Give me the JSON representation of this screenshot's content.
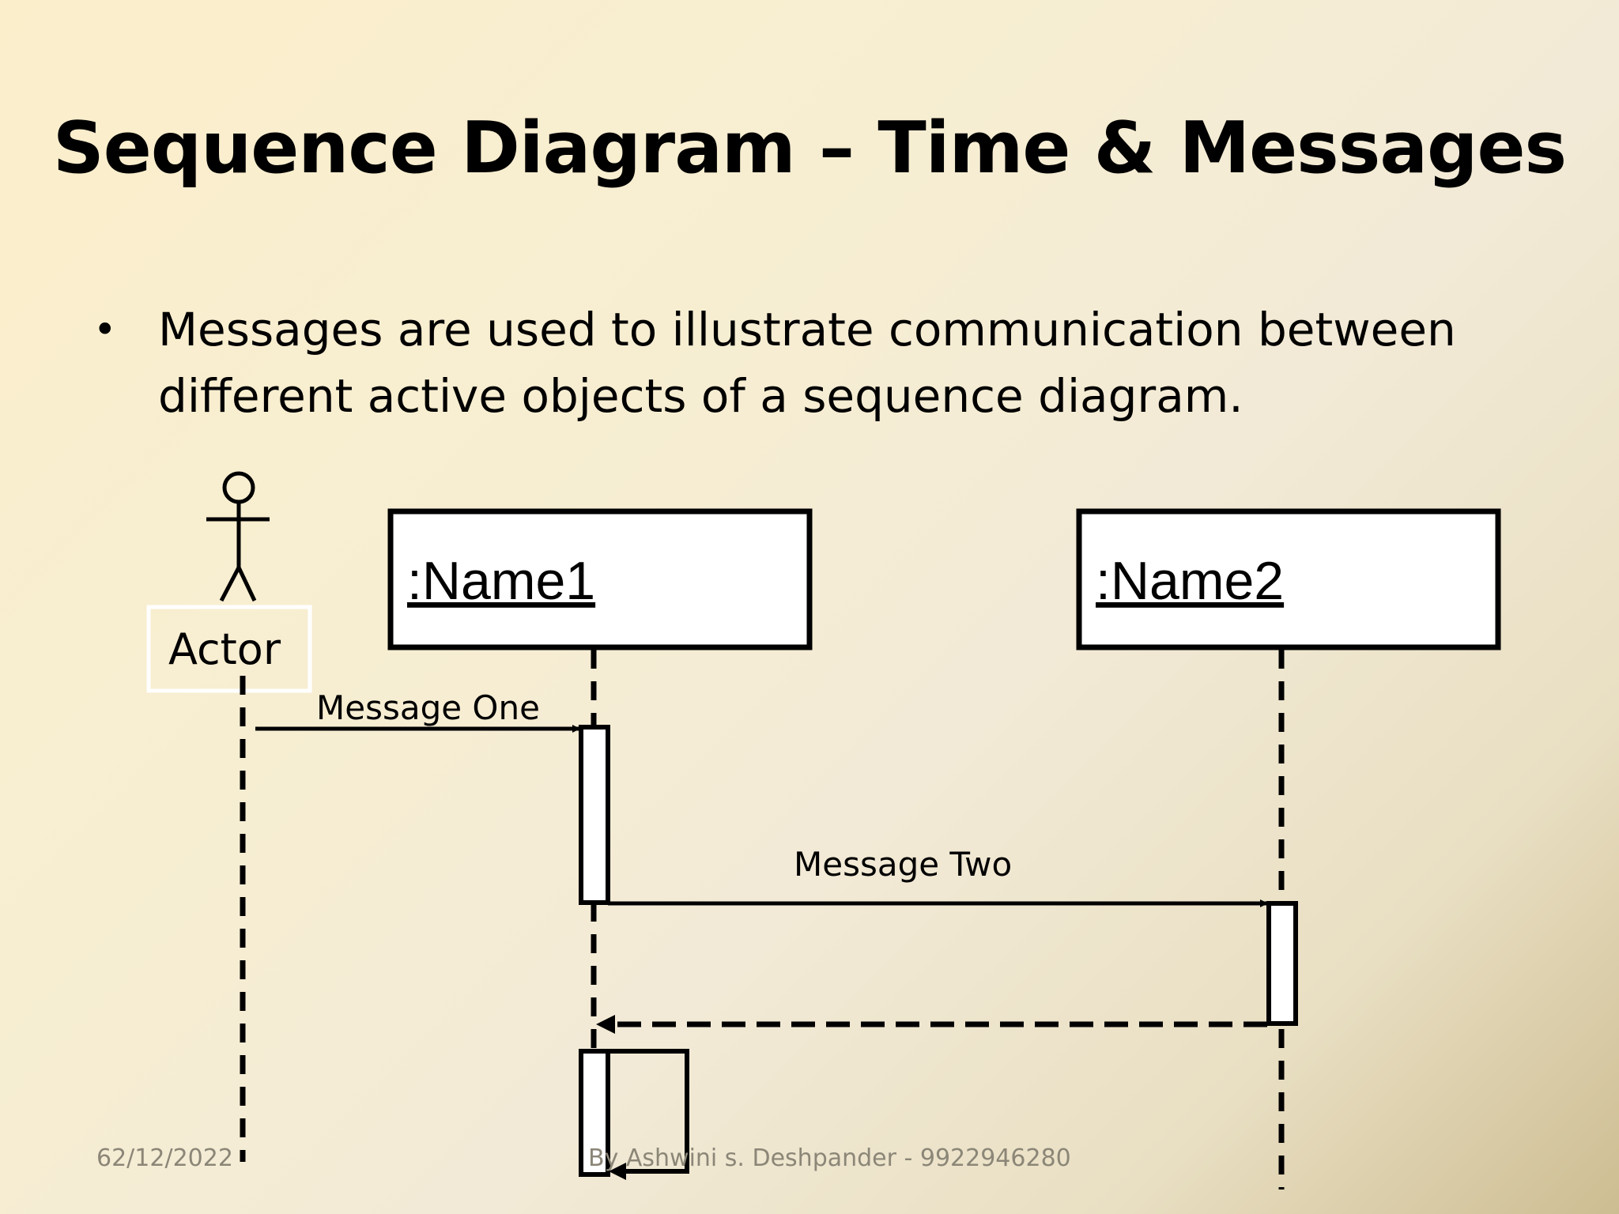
{
  "slide": {
    "title": "Sequence Diagram – Time & Messages",
    "bullet": "Messages are used to illustrate communication between different active objects of a sequence diagram."
  },
  "diagram": {
    "actor_label": "Actor",
    "object1_label": ":Name1",
    "object2_label": ":Name2",
    "message_one": "Message One",
    "message_two": "Message Two"
  },
  "footer": {
    "date": "62/12/2022",
    "author": "By Ashwini s. Deshpander - 9922946280"
  }
}
